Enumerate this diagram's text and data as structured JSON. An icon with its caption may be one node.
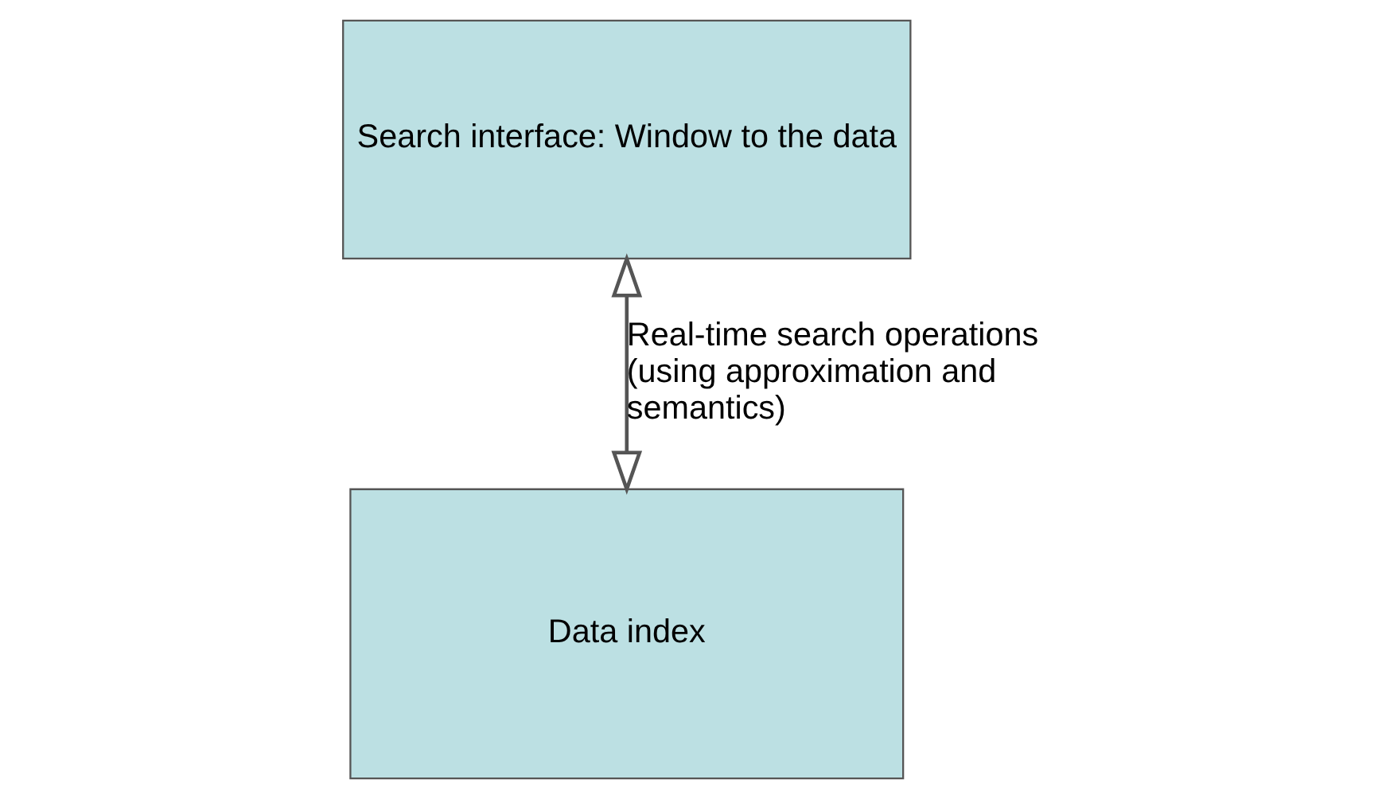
{
  "diagram": {
    "nodes": [
      {
        "text": [
          "Search interface: Window to the data"
        ]
      },
      {
        "text": [
          "Data index"
        ]
      }
    ],
    "edges": [
      {
        "from": 0,
        "to": 1,
        "arrow": "both",
        "label": "Real-time search operations (using approximation and semantics)"
      }
    ]
  }
}
